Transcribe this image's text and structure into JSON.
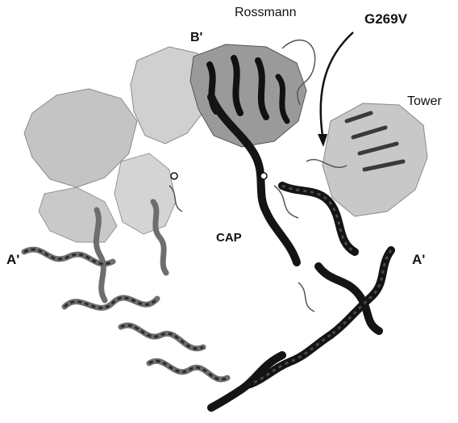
{
  "labels": {
    "rossmann": "Rossmann",
    "b_prime": "B'",
    "g269v": "G269V",
    "tower": "Tower",
    "cap": "CAP",
    "a_prime_left": "A'",
    "a_prime_right": "A'"
  },
  "colors": {
    "background": "#ffffff",
    "light_ribbon": "#bdbdbd",
    "medium_ribbon": "#7d7d7d",
    "dark_ribbon": "#1a1a1a",
    "arrow": "#111111"
  }
}
